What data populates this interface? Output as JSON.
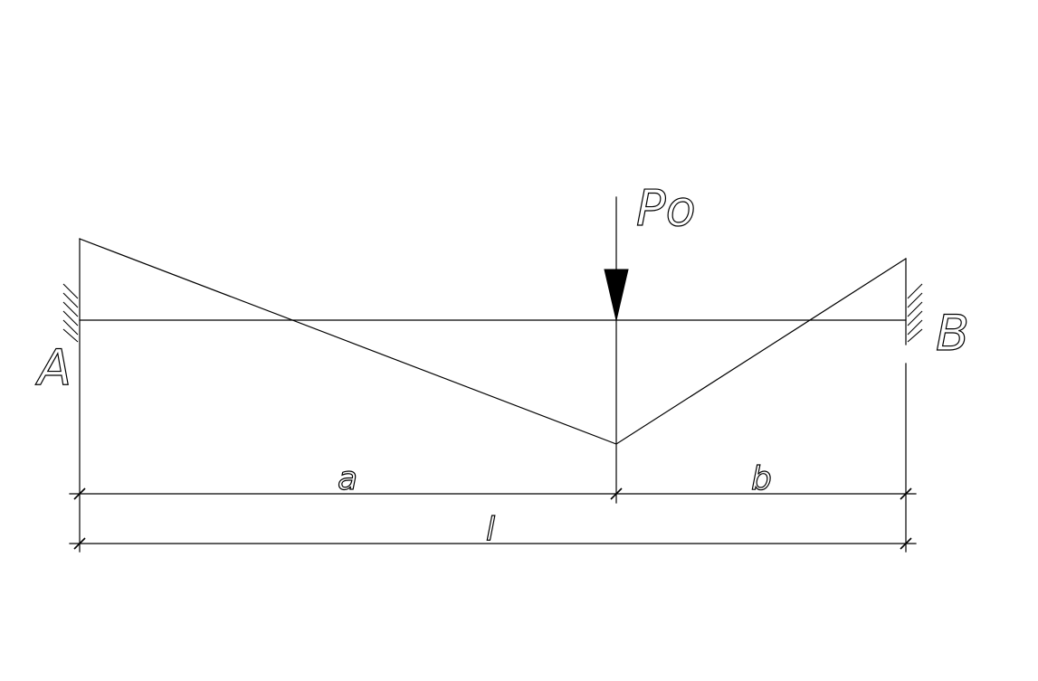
{
  "labels": {
    "support_left": "A",
    "support_right": "B",
    "load": "Po",
    "span_a": "a",
    "span_b": "b",
    "span_total": "l"
  },
  "colors": {
    "line": "#000000",
    "background": "#ffffff"
  }
}
